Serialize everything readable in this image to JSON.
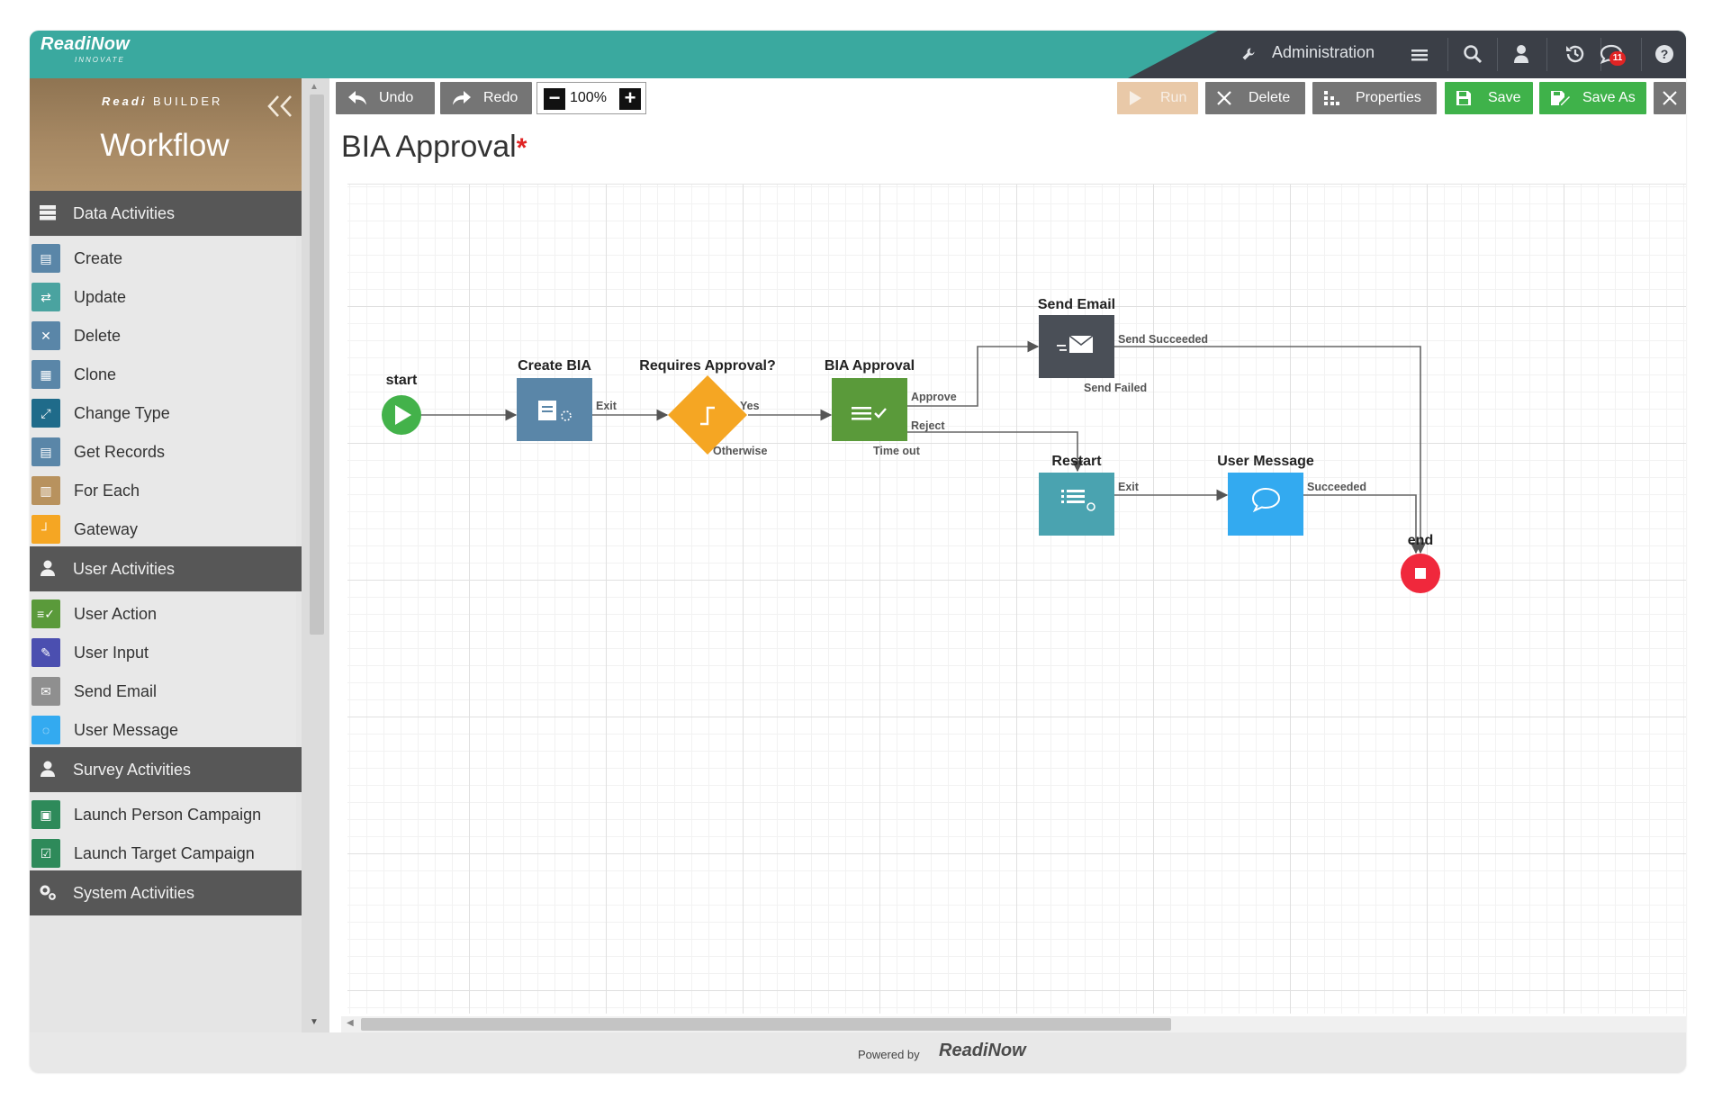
{
  "app": {
    "logo": "ReadiNow",
    "logo_sub": "INNOVATE",
    "admin_label": "Administration",
    "notification_count": "11"
  },
  "sidebar": {
    "brand_prefix": "Readi",
    "brand_suffix": "BUILDER",
    "title": "Workflow",
    "groups": [
      {
        "label": "Data Activities",
        "icon": "table-icon"
      },
      {
        "label": "User Activities",
        "icon": "user-icon"
      },
      {
        "label": "Survey Activities",
        "icon": "user-icon"
      },
      {
        "label": "System Activities",
        "icon": "gears-icon"
      }
    ],
    "items": [
      {
        "label": "Create",
        "color": "#5a86a8"
      },
      {
        "label": "Update",
        "color": "#4aa3a0"
      },
      {
        "label": "Delete",
        "color": "#5a86a8"
      },
      {
        "label": "Clone",
        "color": "#5a86a8"
      },
      {
        "label": "Change Type",
        "color": "#1f6b8a"
      },
      {
        "label": "Get Records",
        "color": "#5a86a8"
      },
      {
        "label": "For Each",
        "color": "#b8925e"
      },
      {
        "label": "Gateway",
        "color": "#f5a623"
      },
      {
        "label": "User Action",
        "color": "#5a9a3a"
      },
      {
        "label": "User Input",
        "color": "#4b4fb0"
      },
      {
        "label": "Send Email",
        "color": "#8f8f8f"
      },
      {
        "label": "User Message",
        "color": "#33aaf0"
      },
      {
        "label": "Launch Person Campaign",
        "color": "#2e8a5a"
      },
      {
        "label": "Launch Target Campaign",
        "color": "#2e8a5a"
      }
    ]
  },
  "toolbar": {
    "undo": "Undo",
    "redo": "Redo",
    "zoom": "100%",
    "run": "Run",
    "delete": "Delete",
    "properties": "Properties",
    "save": "Save",
    "save_as": "Save As"
  },
  "page": {
    "title": "BIA Approval",
    "required_mark": "*"
  },
  "workflow": {
    "nodes": {
      "start": "start",
      "create_bia": "Create BIA",
      "requires_approval": "Requires Approval?",
      "bia_approval": "BIA Approval",
      "send_email": "Send Email",
      "restart": "Restart",
      "user_message": "User Message",
      "end": "end"
    },
    "edges": {
      "exit_1": "Exit",
      "yes": "Yes",
      "otherwise": "Otherwise",
      "approve": "Approve",
      "reject": "Reject",
      "time_out": "Time out",
      "send_succeeded": "Send Succeeded",
      "send_failed": "Send Failed",
      "exit_2": "Exit",
      "succeeded": "Succeeded"
    }
  },
  "footer": {
    "powered_by": "Powered by",
    "logo": "ReadiNow"
  }
}
